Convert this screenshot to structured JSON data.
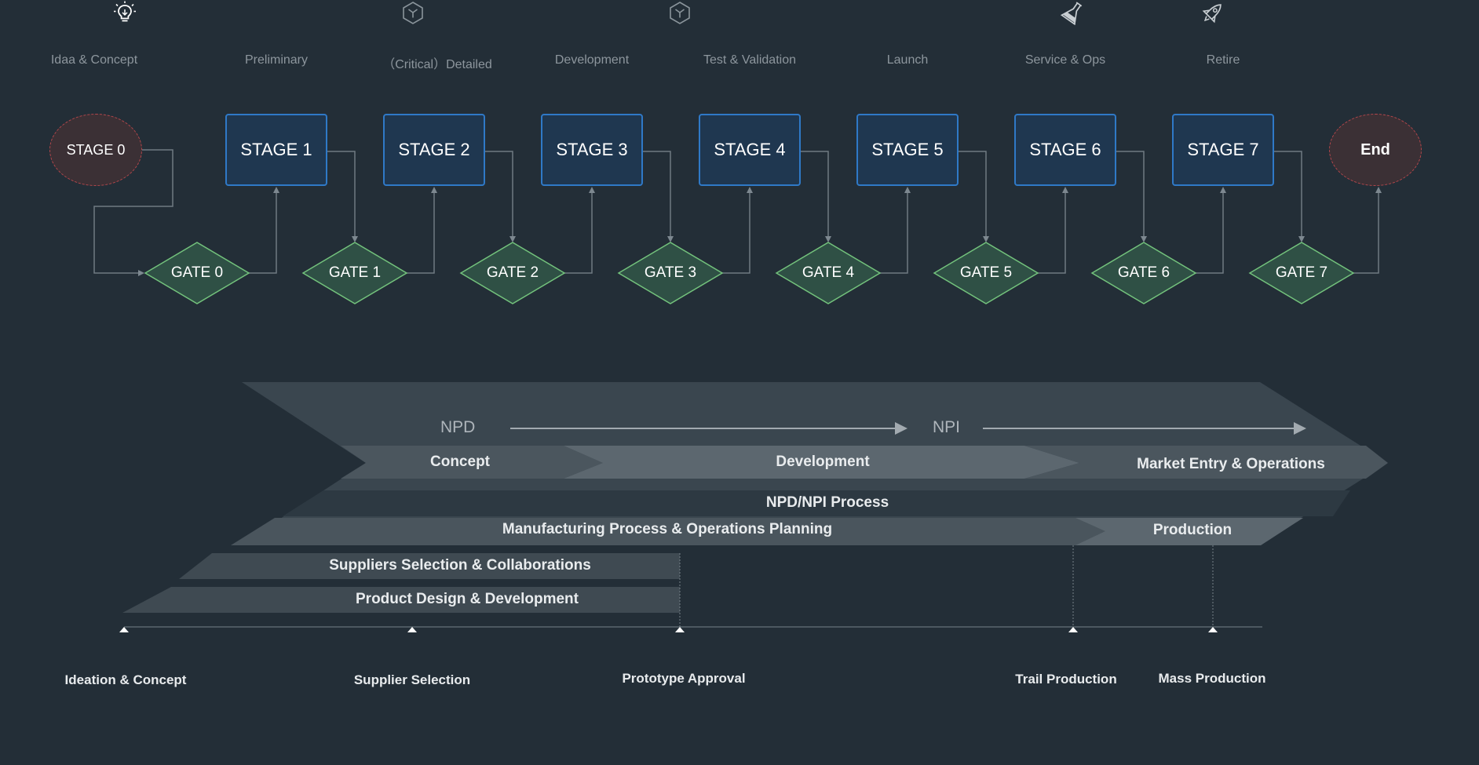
{
  "phases": [
    "Idaa & Concept",
    "Preliminary",
    "（Critical）Detailed",
    "Development",
    "Test & Validation",
    "Launch",
    "Service & Ops",
    "Retire"
  ],
  "start_node": "STAGE 0",
  "stages": [
    "STAGE 1",
    "STAGE 2",
    "STAGE 3",
    "STAGE 4",
    "STAGE 5",
    "STAGE 6",
    "STAGE 7"
  ],
  "end_node": "End",
  "gates": [
    "GATE 0",
    "GATE 1",
    "GATE 2",
    "GATE 3",
    "GATE 4",
    "GATE 5",
    "GATE 6",
    "GATE 7"
  ],
  "flow": {
    "npd": "NPD",
    "npi": "NPI"
  },
  "bands": {
    "concept": "Concept",
    "development": "Development",
    "market": "Market Entry & Operations",
    "process": "NPD/NPI Process",
    "planning": "Manufacturing Process & Operations Planning",
    "production": "Production",
    "suppliers": "Suppliers Selection & Collaborations",
    "product_design": "Product Design & Development"
  },
  "milestones": [
    {
      "label": "Ideation & Concept",
      "icon": "lightbulb-icon"
    },
    {
      "label": "Supplier Selection",
      "icon": "cube-icon"
    },
    {
      "label": "Prototype Approval",
      "icon": "cube-icon"
    },
    {
      "label": "Trail Production",
      "icon": "flask-icon"
    },
    {
      "label": "Mass Production",
      "icon": "rocket-icon"
    }
  ],
  "colors": {
    "background": "#232e37",
    "stage_border": "#2f79c7",
    "stage_fill": "#1f3750",
    "gate_border": "#73c27c",
    "gate_fill": "#2f5045",
    "oval_border": "#b5474c",
    "oval_fill": "#3b3035"
  }
}
